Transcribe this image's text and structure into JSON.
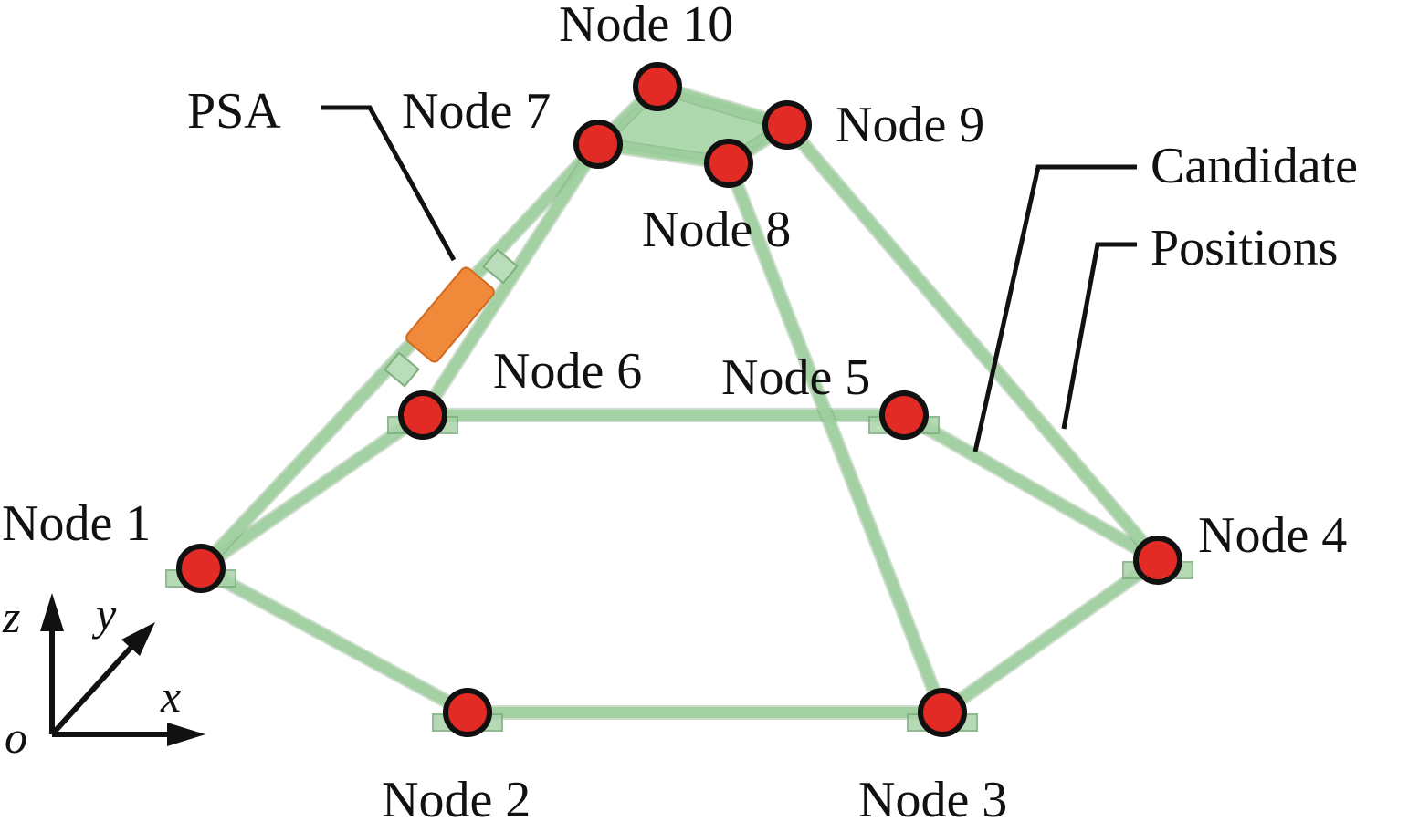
{
  "figure": {
    "labels": {
      "psa": "PSA",
      "candidate": "Candidate",
      "positions": "Positions"
    },
    "nodes": [
      {
        "id": 1,
        "label": "Node 1"
      },
      {
        "id": 2,
        "label": "Node 2"
      },
      {
        "id": 3,
        "label": "Node 3"
      },
      {
        "id": 4,
        "label": "Node 4"
      },
      {
        "id": 5,
        "label": "Node 5"
      },
      {
        "id": 6,
        "label": "Node 6"
      },
      {
        "id": 7,
        "label": "Node 7"
      },
      {
        "id": 8,
        "label": "Node 8"
      },
      {
        "id": 9,
        "label": "Node 9"
      },
      {
        "id": 10,
        "label": "Node 10"
      }
    ],
    "members": [
      [
        1,
        2
      ],
      [
        2,
        3
      ],
      [
        3,
        4
      ],
      [
        4,
        5
      ],
      [
        5,
        6
      ],
      [
        6,
        1
      ],
      [
        1,
        7
      ],
      [
        6,
        7
      ],
      [
        7,
        10
      ],
      [
        10,
        9
      ],
      [
        9,
        8
      ],
      [
        8,
        7
      ],
      [
        8,
        3
      ],
      [
        9,
        4
      ]
    ],
    "axes": {
      "z": "z",
      "y": "y",
      "x": "x",
      "origin": "o"
    },
    "colors": {
      "node_fill": "#e32b26",
      "strut": "#9fd09f",
      "psa": "#f08a3a"
    }
  }
}
